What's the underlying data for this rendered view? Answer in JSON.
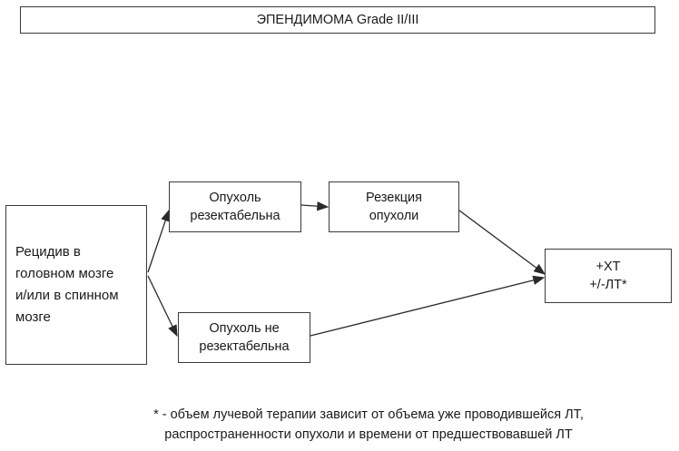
{
  "title": "ЭПЕНДИМОМА Grade II/III",
  "nodes": {
    "recurrence": [
      "Рецидив в",
      "головном мозге",
      "и/или в спинном",
      "мозге"
    ],
    "resectable": [
      "Опухоль",
      "резектабельна"
    ],
    "resection": [
      "Резекция",
      "опухоли"
    ],
    "nonresectable": [
      "Опухоль не",
      "резектабельна"
    ],
    "therapy": [
      "+ХТ",
      "+/-ЛТ*"
    ]
  },
  "footnote": [
    "* - объем лучевой терапии зависит от объема уже проводившейся ЛТ,",
    "распространенности опухоли и времени от предшествовавшей ЛТ"
  ]
}
